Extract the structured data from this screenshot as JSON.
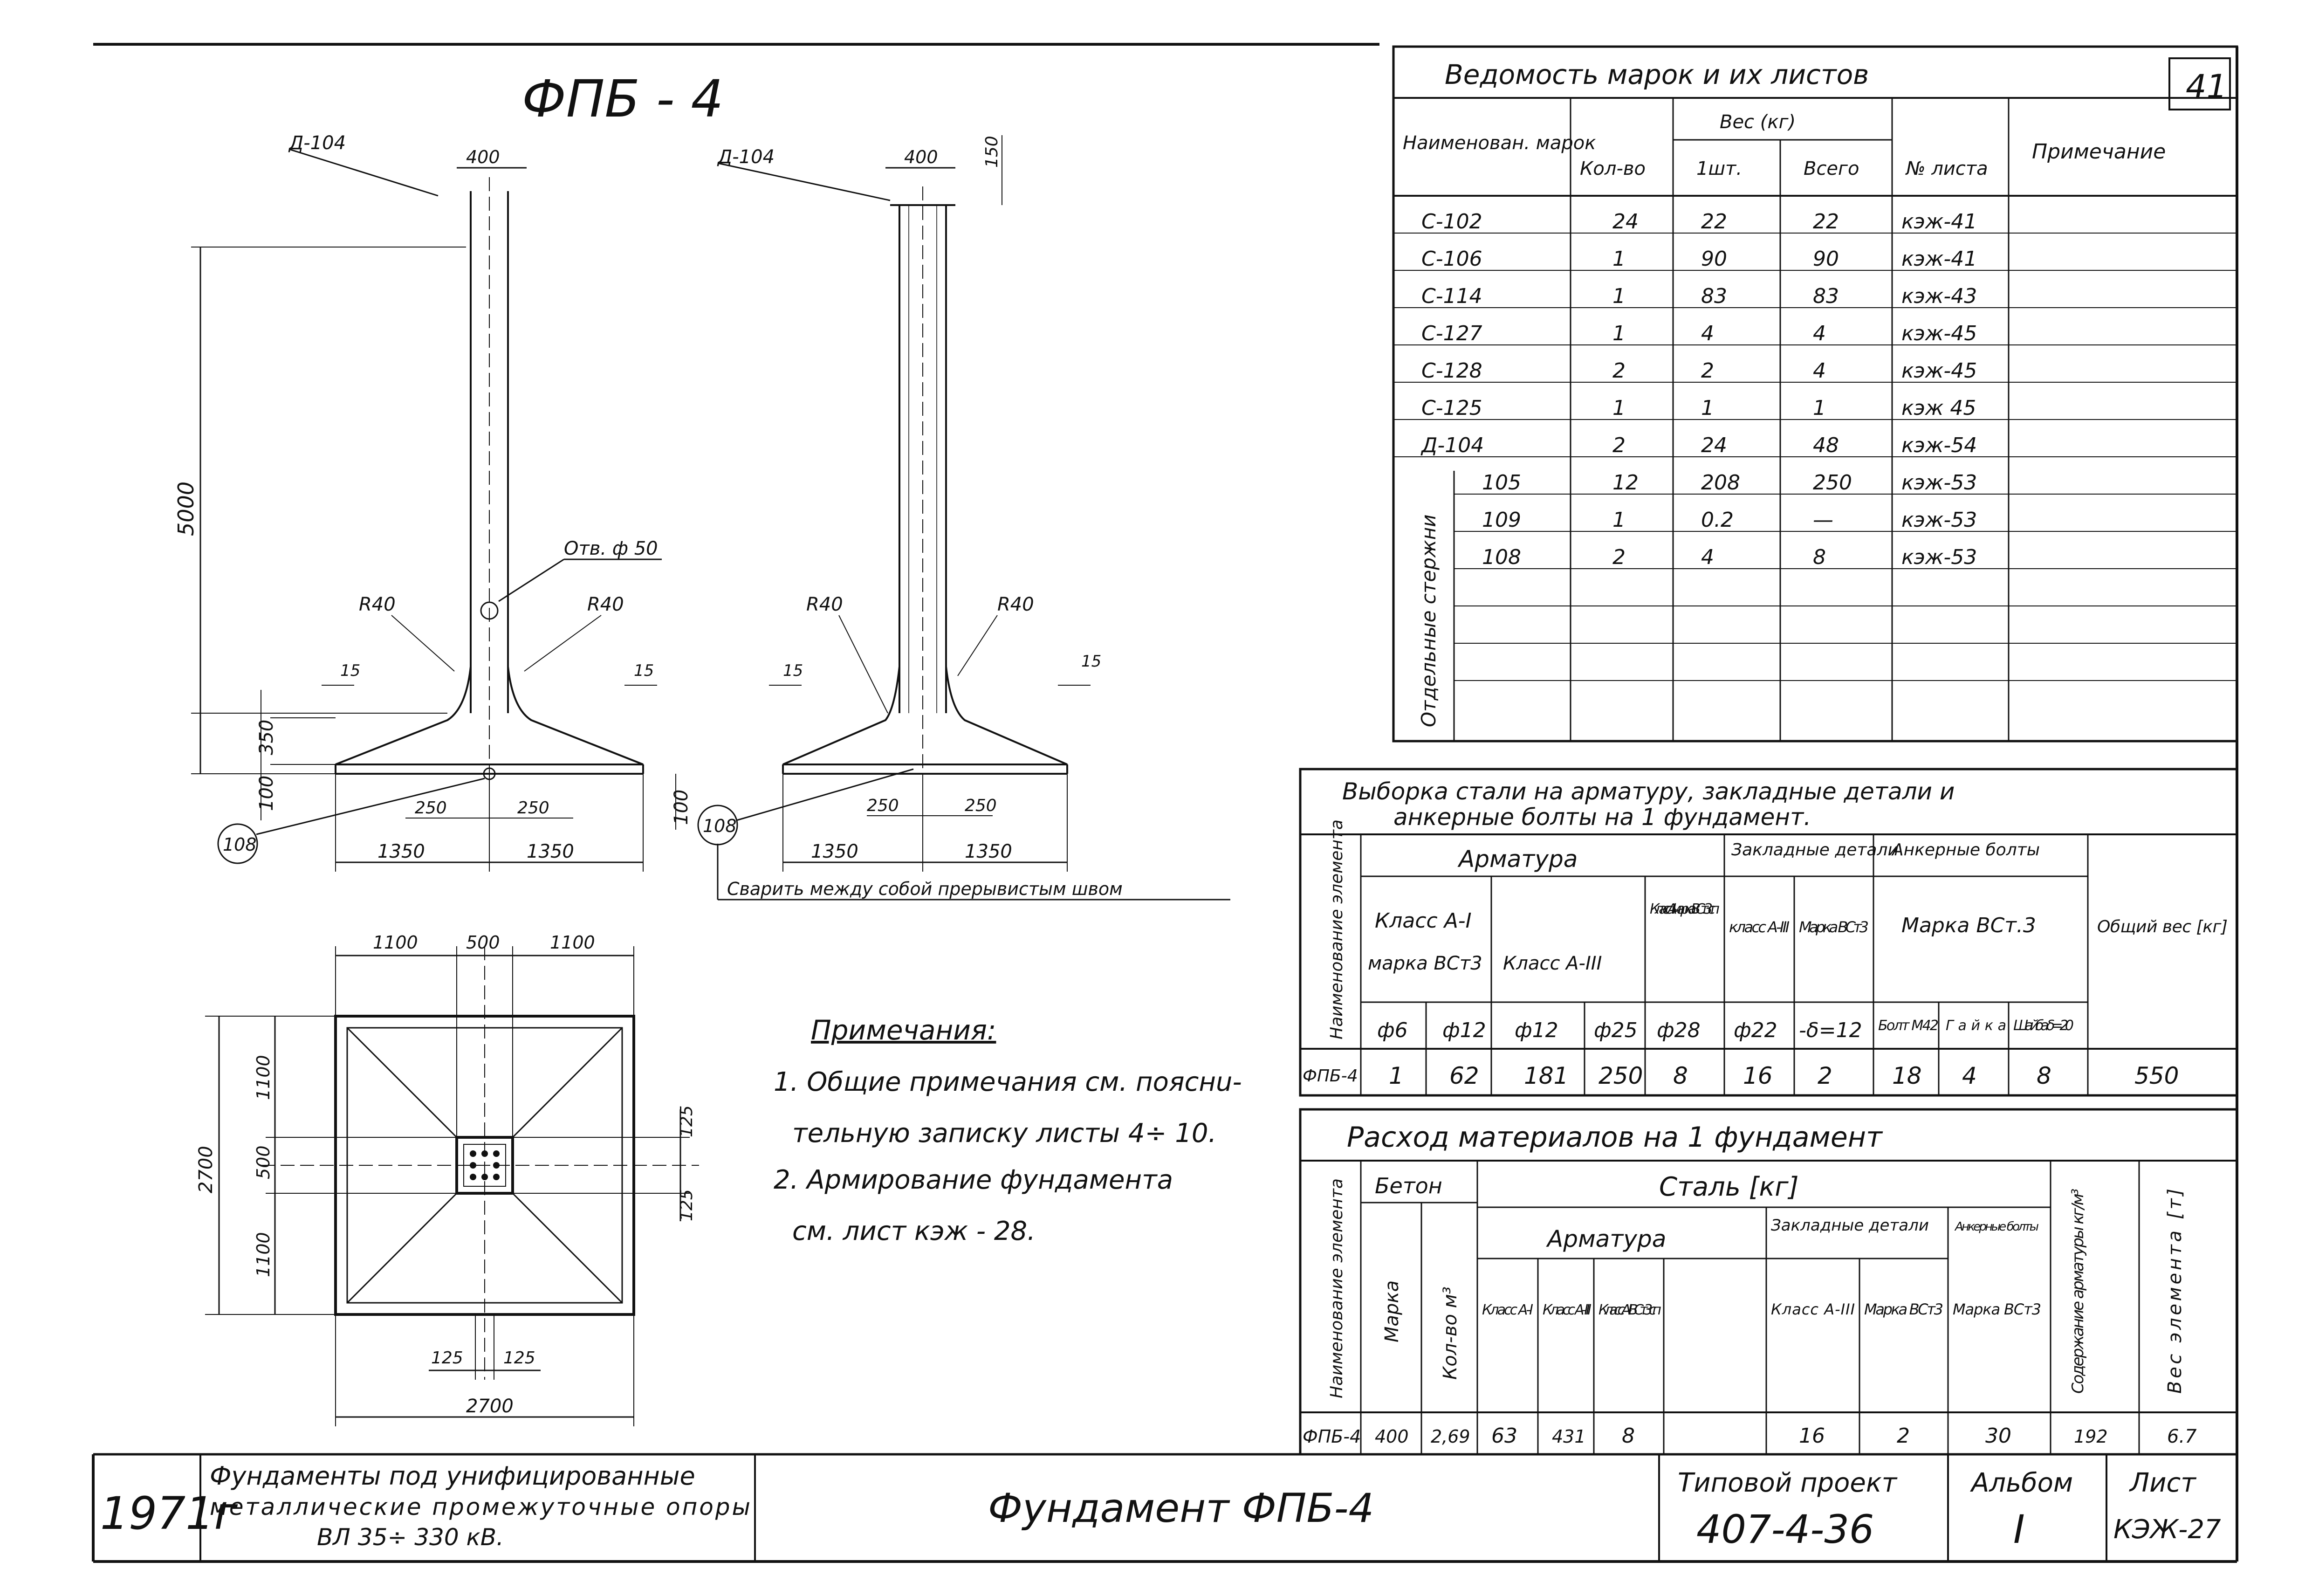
{
  "sheet": {
    "drawing_code": "ФПБ - 4",
    "page_badge": "41",
    "year": "1971г",
    "title_left_1": "Фундаменты под унифицированные",
    "title_left_2": "металлические промежуточные опоры",
    "title_left_3": "ВЛ 35÷ 330 кВ.",
    "title_center": "Фундамент ФПБ-4",
    "project_label": "Типовой проект",
    "project_number": "407-4-36",
    "album_label": "Альбом",
    "album_value": "I",
    "sheet_label": "Лист",
    "sheet_value": "КЭЖ-27"
  },
  "drawing": {
    "left_view": {
      "mark_top": "Д-104",
      "width_top": "400",
      "height_5000": "5000",
      "hole_label": "Отв. ф 50",
      "r_left": "R40",
      "r_right": "R40",
      "d15_left": "15",
      "d15_right": "15",
      "h350": "350",
      "h100": "100",
      "d250_left": "250",
      "d250_right": "250",
      "d1350_left": "1350",
      "d1350_right": "1350",
      "callout": "108"
    },
    "right_view": {
      "mark_top": "Д-104",
      "width_top": "400",
      "d150": "150",
      "r_left": "R40",
      "r_right": "R40",
      "d15_left": "15",
      "d15_right": "15",
      "h100": "100",
      "d250_left": "250",
      "d250_right": "250",
      "d1350_left": "1350",
      "d1350_right": "1350",
      "callout": "108",
      "weld_note": "Сварить между собой прерывистым швом"
    },
    "plan": {
      "d1100_top_left": "1100",
      "d500_top": "500",
      "d1100_top_right": "1100",
      "d2700_left": "2700",
      "d1100_v1": "1100",
      "d500_v": "500",
      "d1100_v2": "1100",
      "d125_r1": "125",
      "d125_r2": "125",
      "d125_b1": "125",
      "d125_b2": "125",
      "d2700_bottom": "2700"
    },
    "notes": {
      "title": "Примечания:",
      "n1a": "1. Общие примечания см. пояснu-",
      "n1b": "тельную записку листы 4÷ 10.",
      "n2a": "2. Армирование фундамента",
      "n2b": "см. лист  кэж - 28."
    }
  },
  "marks_table": {
    "title": "Ведомость марок и их листов",
    "header": {
      "name": "Наименован. марок",
      "qty": "Кол-во",
      "weight": "Вес (кг)",
      "weight_one": "1шт.",
      "weight_total": "Всего",
      "sheet_no": "№ листа",
      "remark": "Примечание"
    },
    "rows": [
      {
        "name": "С-102",
        "qty": "24",
        "w1": "22",
        "wt": "22",
        "sheet": "кэж-41"
      },
      {
        "name": "С-106",
        "qty": "1",
        "w1": "90",
        "wt": "90",
        "sheet": "кэж-41"
      },
      {
        "name": "С-114",
        "qty": "1",
        "w1": "83",
        "wt": "83",
        "sheet": "кэж-43"
      },
      {
        "name": "С-127",
        "qty": "1",
        "w1": "4",
        "wt": "4",
        "sheet": "кэж-45"
      },
      {
        "name": "С-128",
        "qty": "2",
        "w1": "2",
        "wt": "4",
        "sheet": "кэж-45"
      },
      {
        "name": "С-125",
        "qty": "1",
        "w1": "1",
        "wt": "1",
        "sheet": "кэж 45"
      },
      {
        "name": "Д-104",
        "qty": "2",
        "w1": "24",
        "wt": "48",
        "sheet": "кэж-54"
      }
    ],
    "group_label": "Отдельные стержни",
    "bars": [
      {
        "name": "105",
        "qty": "12",
        "w1": "208",
        "wt": "250",
        "sheet": "кэж-53"
      },
      {
        "name": "109",
        "qty": "1",
        "w1": "0.2",
        "wt": "—",
        "sheet": "кэж-53"
      },
      {
        "name": "108",
        "qty": "2",
        "w1": "4",
        "wt": "8",
        "sheet": "кэж-53"
      }
    ]
  },
  "steel_table": {
    "title_1": "Выборка стали на арматуру, закладные детали и",
    "title_2": "анкерные болты на 1 фундамент.",
    "col_name": "Наименование элемента",
    "armatura": "Арматура",
    "embedded": "Закладные детали",
    "anchor": "Анкерные болты",
    "class_a1": "Класс А-I",
    "marka_bst3": "марка ВСт3",
    "class_a3": "Класс А-III",
    "class_a1_marka": "Класс А-I марка ВСт3сп",
    "class_a3_short": "класс А-III",
    "marka_short": "Марка ВСт3",
    "anchor_marka": "Марка ВСт.3",
    "total": "Общий вес [кг]",
    "d_headers": [
      "ф6",
      "ф12",
      "ф12",
      "ф25",
      "ф28",
      "ф22",
      "-δ=12",
      "Болт М42",
      "Гайка",
      "Шайба δ=20"
    ],
    "row_name": "ФПБ-4",
    "row_values": [
      "1",
      "62",
      "181",
      "250",
      "8",
      "16",
      "2",
      "18",
      "4",
      "8"
    ],
    "row_total": "550"
  },
  "materials_table": {
    "title": "Расход материалов на 1 фундамент",
    "col_name": "Наименование элемента",
    "beton": "Бетон",
    "marka": "Марка",
    "volume": "Кол-во м³",
    "steel": "Сталь [кг]",
    "armatura": "Арматура",
    "embedded": "Закладные детали",
    "anchor": "Анкерные болты",
    "c_a1": "Класс А-I",
    "c_a3": "Класс А-III",
    "c_a1_sp": "Класс А-I ВСт3сп",
    "c_emb_a3": "Класс А-III",
    "c_emb_marka": "Марка ВСт3",
    "c_anc_marka": "Марка ВСт3",
    "content": "Содержание арматуры кг/м³",
    "weight": "Вес элемента [т]",
    "row": {
      "name": "ФПБ-4",
      "marka": "400",
      "volume": "2,69",
      "a1": "63",
      "a3": "431",
      "a1sp": "8",
      "emb_a3": "16",
      "emb_marka": "2",
      "anchor": "30",
      "content": "192",
      "weight": "6.7"
    }
  }
}
